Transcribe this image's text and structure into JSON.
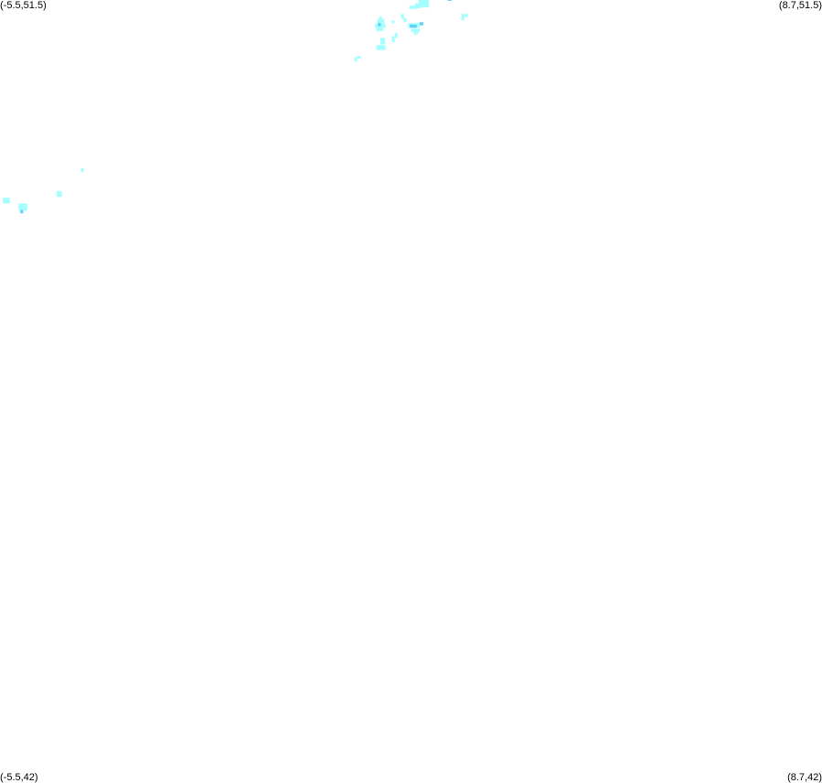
{
  "map": {
    "type": "heatmap",
    "corners": {
      "top_left": "(-5.5,51.5)",
      "top_right": "(8.7,51.5)",
      "bottom_left": "(-5.5,42)",
      "bottom_right": "(8.7,42)"
    },
    "lon_range": [
      -5.5,
      8.7
    ],
    "lat_range": [
      42,
      51.5
    ],
    "colors": {
      "background": "#ffffff",
      "low": "#a6ffff",
      "high": "#5fd3f0"
    },
    "cells": [
      {
        "lon": 1.05,
        "lat": 51.25,
        "w": 0.05,
        "h": 0.05,
        "level": "low"
      },
      {
        "lon": 1.02,
        "lat": 51.2,
        "w": 0.12,
        "h": 0.07,
        "level": "low"
      },
      {
        "lon": 0.98,
        "lat": 51.16,
        "w": 0.18,
        "h": 0.05,
        "level": "low"
      },
      {
        "lon": 1.03,
        "lat": 51.18,
        "w": 0.05,
        "h": 0.04,
        "level": "high"
      },
      {
        "lon": 1.0,
        "lat": 51.12,
        "w": 0.12,
        "h": 0.05,
        "level": "low"
      },
      {
        "lon": 1.27,
        "lat": 51.22,
        "w": 0.04,
        "h": 0.03,
        "level": "low"
      },
      {
        "lon": 1.43,
        "lat": 51.27,
        "w": 0.05,
        "h": 0.06,
        "level": "low"
      },
      {
        "lon": 1.47,
        "lat": 51.23,
        "w": 0.05,
        "h": 0.05,
        "level": "low"
      },
      {
        "lon": 1.55,
        "lat": 51.16,
        "w": 0.2,
        "h": 0.06,
        "level": "low"
      },
      {
        "lon": 1.58,
        "lat": 51.16,
        "w": 0.12,
        "h": 0.04,
        "level": "high"
      },
      {
        "lon": 1.75,
        "lat": 51.19,
        "w": 0.06,
        "h": 0.04,
        "level": "high"
      },
      {
        "lon": 1.6,
        "lat": 51.11,
        "w": 0.15,
        "h": 0.04,
        "level": "low"
      },
      {
        "lon": 1.65,
        "lat": 51.08,
        "w": 0.07,
        "h": 0.04,
        "level": "low"
      },
      {
        "lon": 1.57,
        "lat": 51.39,
        "w": 0.12,
        "h": 0.04,
        "level": "low"
      },
      {
        "lon": 1.67,
        "lat": 51.4,
        "w": 0.1,
        "h": 0.06,
        "level": "low"
      },
      {
        "lon": 1.73,
        "lat": 51.41,
        "w": 0.18,
        "h": 0.09,
        "level": "low"
      },
      {
        "lon": 2.23,
        "lat": 51.49,
        "w": 0.07,
        "h": 0.04,
        "level": "high"
      },
      {
        "lon": 2.52,
        "lat": 51.29,
        "w": 0.06,
        "h": 0.04,
        "level": "low"
      },
      {
        "lon": 2.47,
        "lat": 51.25,
        "w": 0.04,
        "h": 0.08,
        "level": "low"
      },
      {
        "lon": 1.32,
        "lat": 51.04,
        "w": 0.04,
        "h": 0.06,
        "level": "low"
      },
      {
        "lon": 1.27,
        "lat": 50.99,
        "w": 0.05,
        "h": 0.07,
        "level": "low"
      },
      {
        "lon": 1.07,
        "lat": 50.96,
        "w": 0.08,
        "h": 0.08,
        "level": "low"
      },
      {
        "lon": 1.0,
        "lat": 50.89,
        "w": 0.16,
        "h": 0.06,
        "level": "low"
      },
      {
        "lon": 0.67,
        "lat": 50.79,
        "w": 0.06,
        "h": 0.03,
        "level": "low"
      },
      {
        "lon": 0.62,
        "lat": 50.75,
        "w": 0.04,
        "h": 0.05,
        "level": "low"
      },
      {
        "lon": -4.1,
        "lat": 49.4,
        "w": 0.04,
        "h": 0.05,
        "level": "low"
      },
      {
        "lon": -4.52,
        "lat": 49.1,
        "w": 0.09,
        "h": 0.07,
        "level": "low"
      },
      {
        "lon": -5.45,
        "lat": 49.02,
        "w": 0.12,
        "h": 0.07,
        "level": "low"
      },
      {
        "lon": -5.18,
        "lat": 48.93,
        "w": 0.15,
        "h": 0.09,
        "level": "low"
      },
      {
        "lon": -5.15,
        "lat": 48.9,
        "w": 0.05,
        "h": 0.04,
        "level": "high"
      }
    ]
  }
}
